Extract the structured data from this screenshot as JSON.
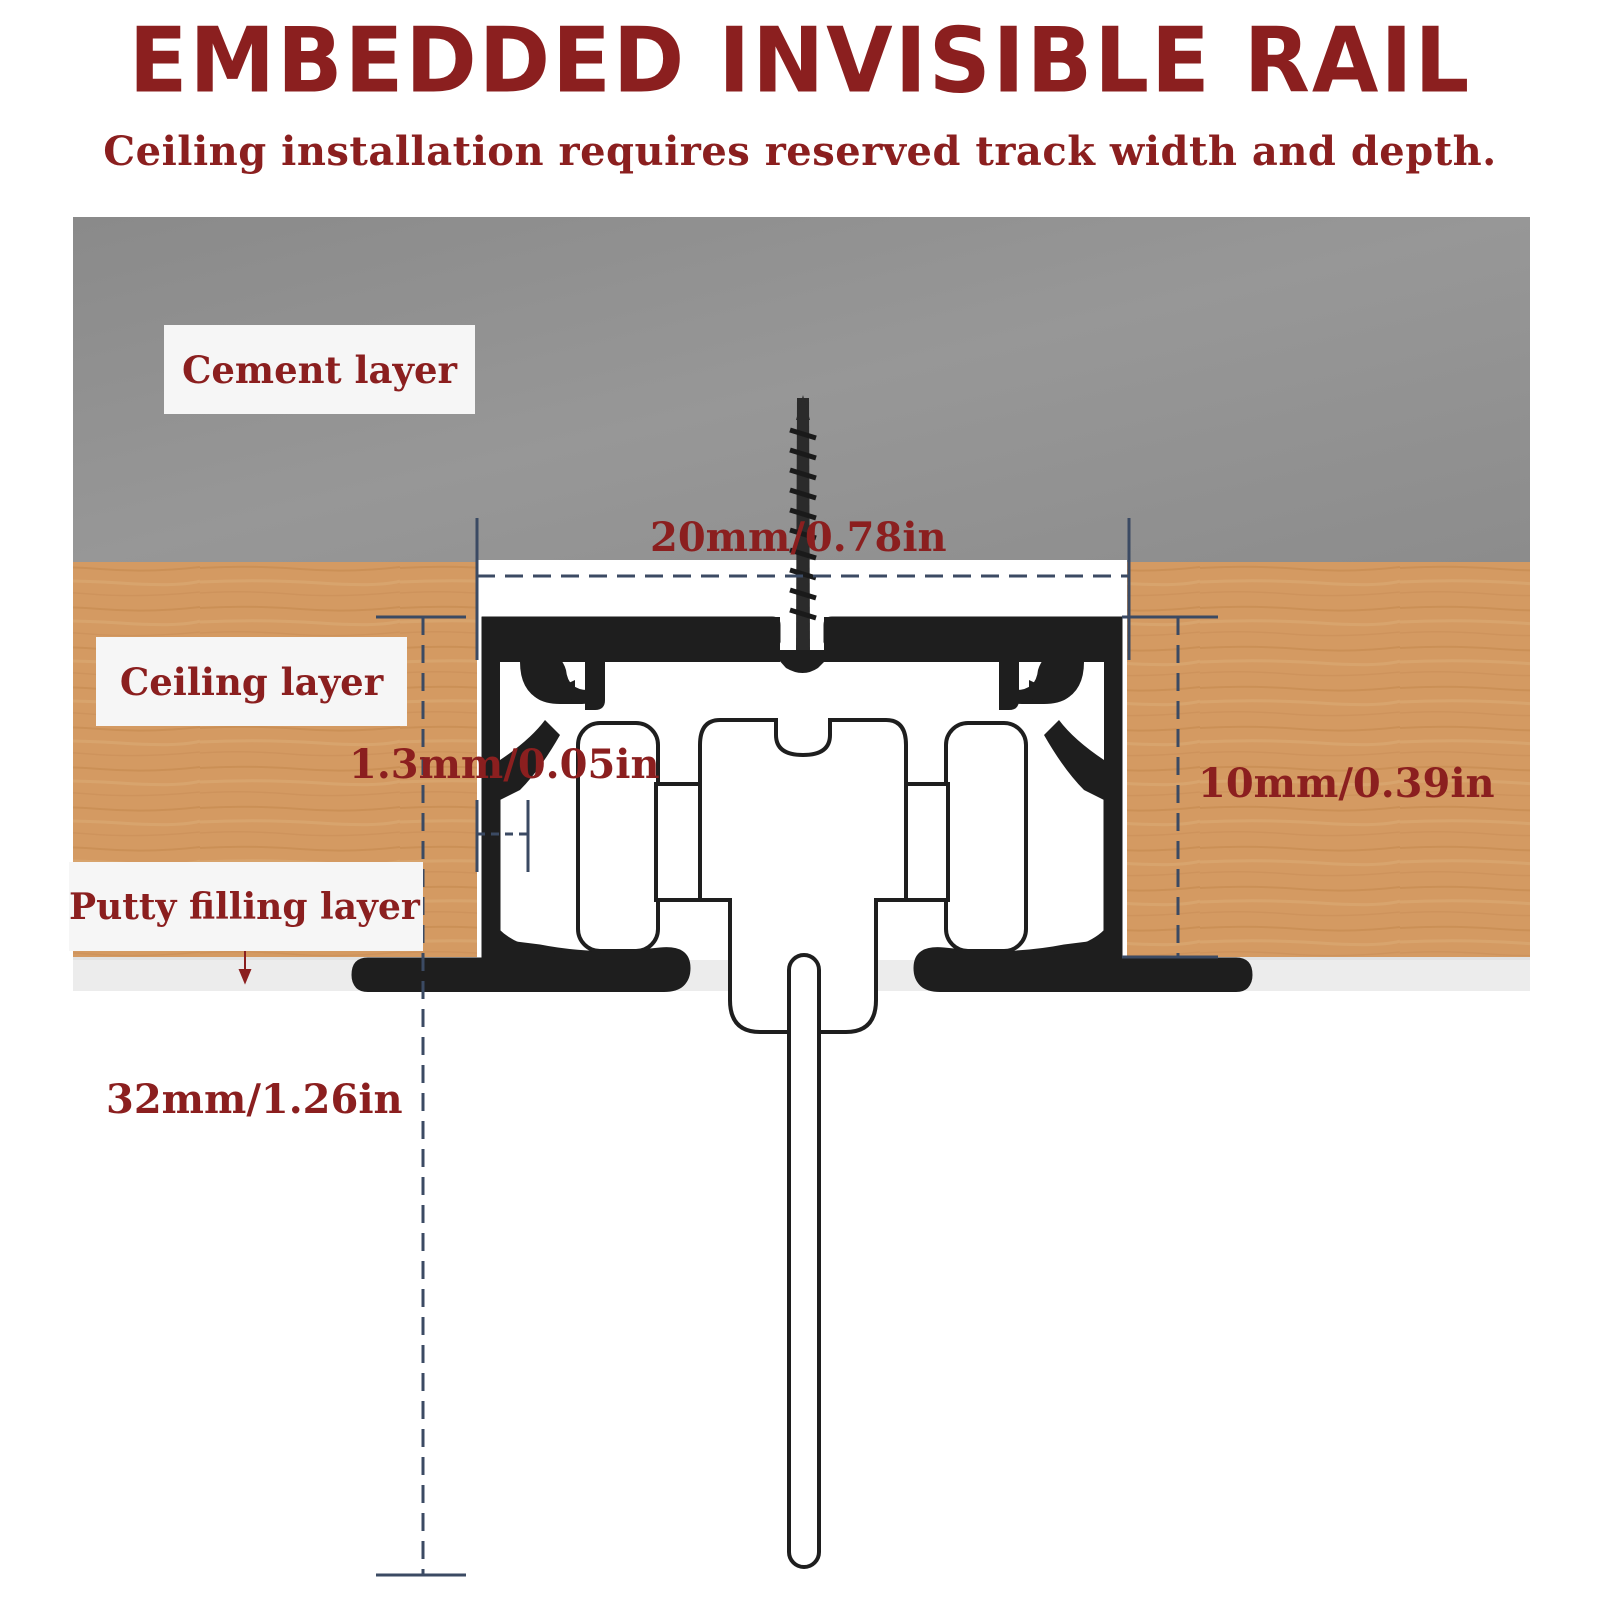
{
  "title": "EMBEDDED INVISIBLE RAIL",
  "subtitle": "Ceiling installation requires reserved track width and depth.",
  "layers": {
    "cement": "Cement layer",
    "ceiling": "Ceiling layer",
    "putty": "Putty filling layer"
  },
  "dimensions": {
    "width": "20mm/0.78in",
    "wall": "1.3mm/0.05in",
    "depth": "10mm/0.39in",
    "total": "32mm/1.26in"
  },
  "colors": {
    "title": "#8b1f1f",
    "cement": "#8e8e8e",
    "wood": "#d49a62",
    "rail": "#1e1e1e",
    "dimension_line": "#3b4a63"
  }
}
